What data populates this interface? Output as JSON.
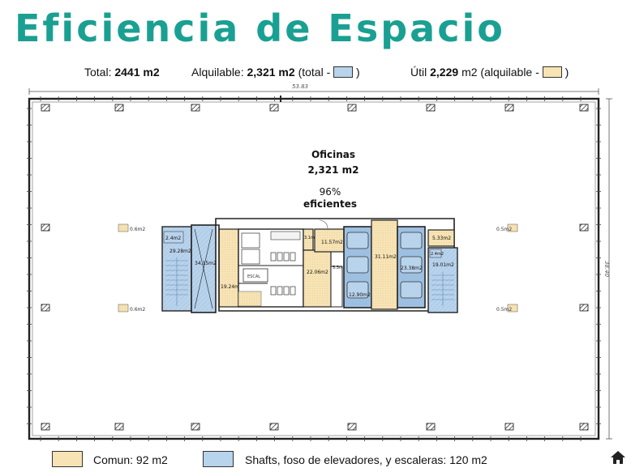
{
  "title": "Eficiencia de Espacio",
  "stats": {
    "total_label": "Total:",
    "total_value": "2441 m2",
    "alquilable_label": "Alquilable:",
    "alquilable_value": "2,321 m2",
    "alquilable_note_open": "(total -",
    "alquilable_note_close": ")",
    "util_label": "Útil",
    "util_value": "2,229",
    "util_note_open": "m2 (alquilable -",
    "util_note_close": ")"
  },
  "plan": {
    "dimension_width": "53.83",
    "dimension_height": "38.40",
    "offices_label": "Oficinas",
    "offices_area": "2,321 m2",
    "efficiency_percent": "96%",
    "efficiency_label": "eficientes",
    "areas": {
      "a1": "2.4m2",
      "a2": "29.28m2",
      "a3": "34.15m2",
      "a4": "19.24m2",
      "a5": "3.1m2",
      "a6": "11.57m2",
      "a7": "22.06m2",
      "a8": "5.3m2",
      "a9": "12.90m2",
      "a10": "31.11m2",
      "a11": "23.38m2",
      "a12": "5.33m2",
      "a13": "2.4m2",
      "a14": "19.01m2",
      "col1": "0.6m2",
      "col2": "0.6m2",
      "col3": "0.5m2",
      "col4": "0.5m2",
      "escalera": "ESCAL"
    }
  },
  "legend": {
    "comun": "Comun: 92 m2",
    "shafts": "Shafts, foso de elevadores, y escaleras: 120 m2"
  },
  "colors": {
    "title": "#1aa092",
    "comun": "#f7e3b3",
    "shafts": "#b8d3ec"
  },
  "icons": {
    "home": "home-icon"
  }
}
